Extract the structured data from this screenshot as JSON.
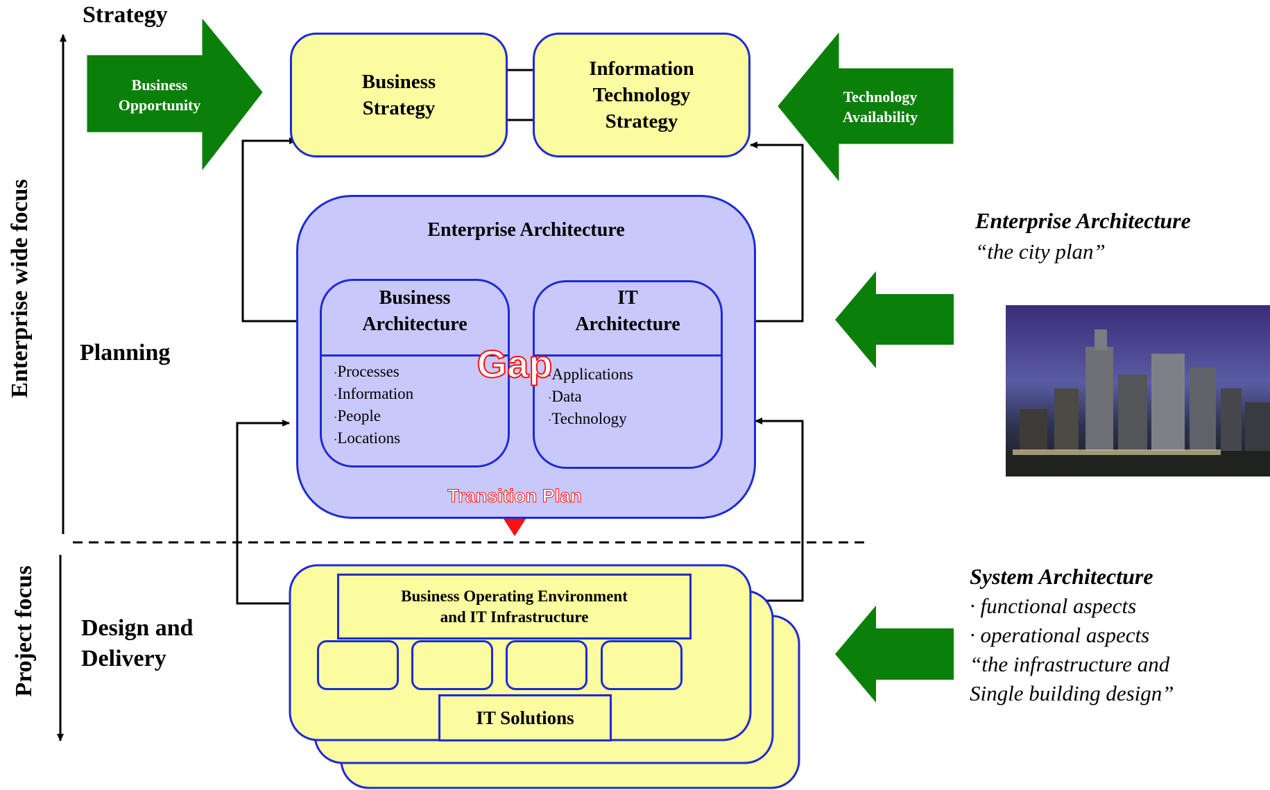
{
  "left_axis": {
    "enterprise_focus": "Enterprise wide focus",
    "project_focus": "Project focus"
  },
  "levels": {
    "strategy": "Strategy",
    "planning": "Planning",
    "design_delivery": "Design and\nDelivery"
  },
  "inputs": {
    "business_opportunity": "Business\nOpportunity",
    "technology_availability": "Technology\nAvailability"
  },
  "strategy_boxes": {
    "business_strategy": "Business\nStrategy",
    "it_strategy": "Information\nTechnology\nStrategy"
  },
  "enterprise_architecture": {
    "title": "Enterprise Architecture",
    "business_title": "Business\nArchitecture",
    "business_items": [
      "Processes",
      "Information",
      "People",
      "Locations"
    ],
    "it_title": "IT\nArchitecture",
    "it_items": [
      "Applications",
      "Data",
      "Technology"
    ],
    "gap_label": "Gap",
    "transition_label": "Transition Plan"
  },
  "delivery": {
    "operating_env": "Business Operating Environment\nand IT Infrastructure",
    "it_solutions": "IT Solutions"
  },
  "right_notes": {
    "ea_title": "Enterprise Architecture",
    "ea_subtitle": "“the city plan”",
    "sa_title": "System Architecture",
    "sa_line1": "· functional aspects",
    "sa_line2": "· operational aspects",
    "sa_line3": "“the infrastructure and",
    "sa_line4": "Single building design”"
  },
  "colors": {
    "box_border": "#1e2ad6",
    "yellow": "#fbfb9f",
    "lavender": "#c9c8fb",
    "green_arrow": "#0a800a",
    "gap_red": "#ff1010"
  },
  "image": {
    "description_icon": "city-skyline-photo"
  }
}
